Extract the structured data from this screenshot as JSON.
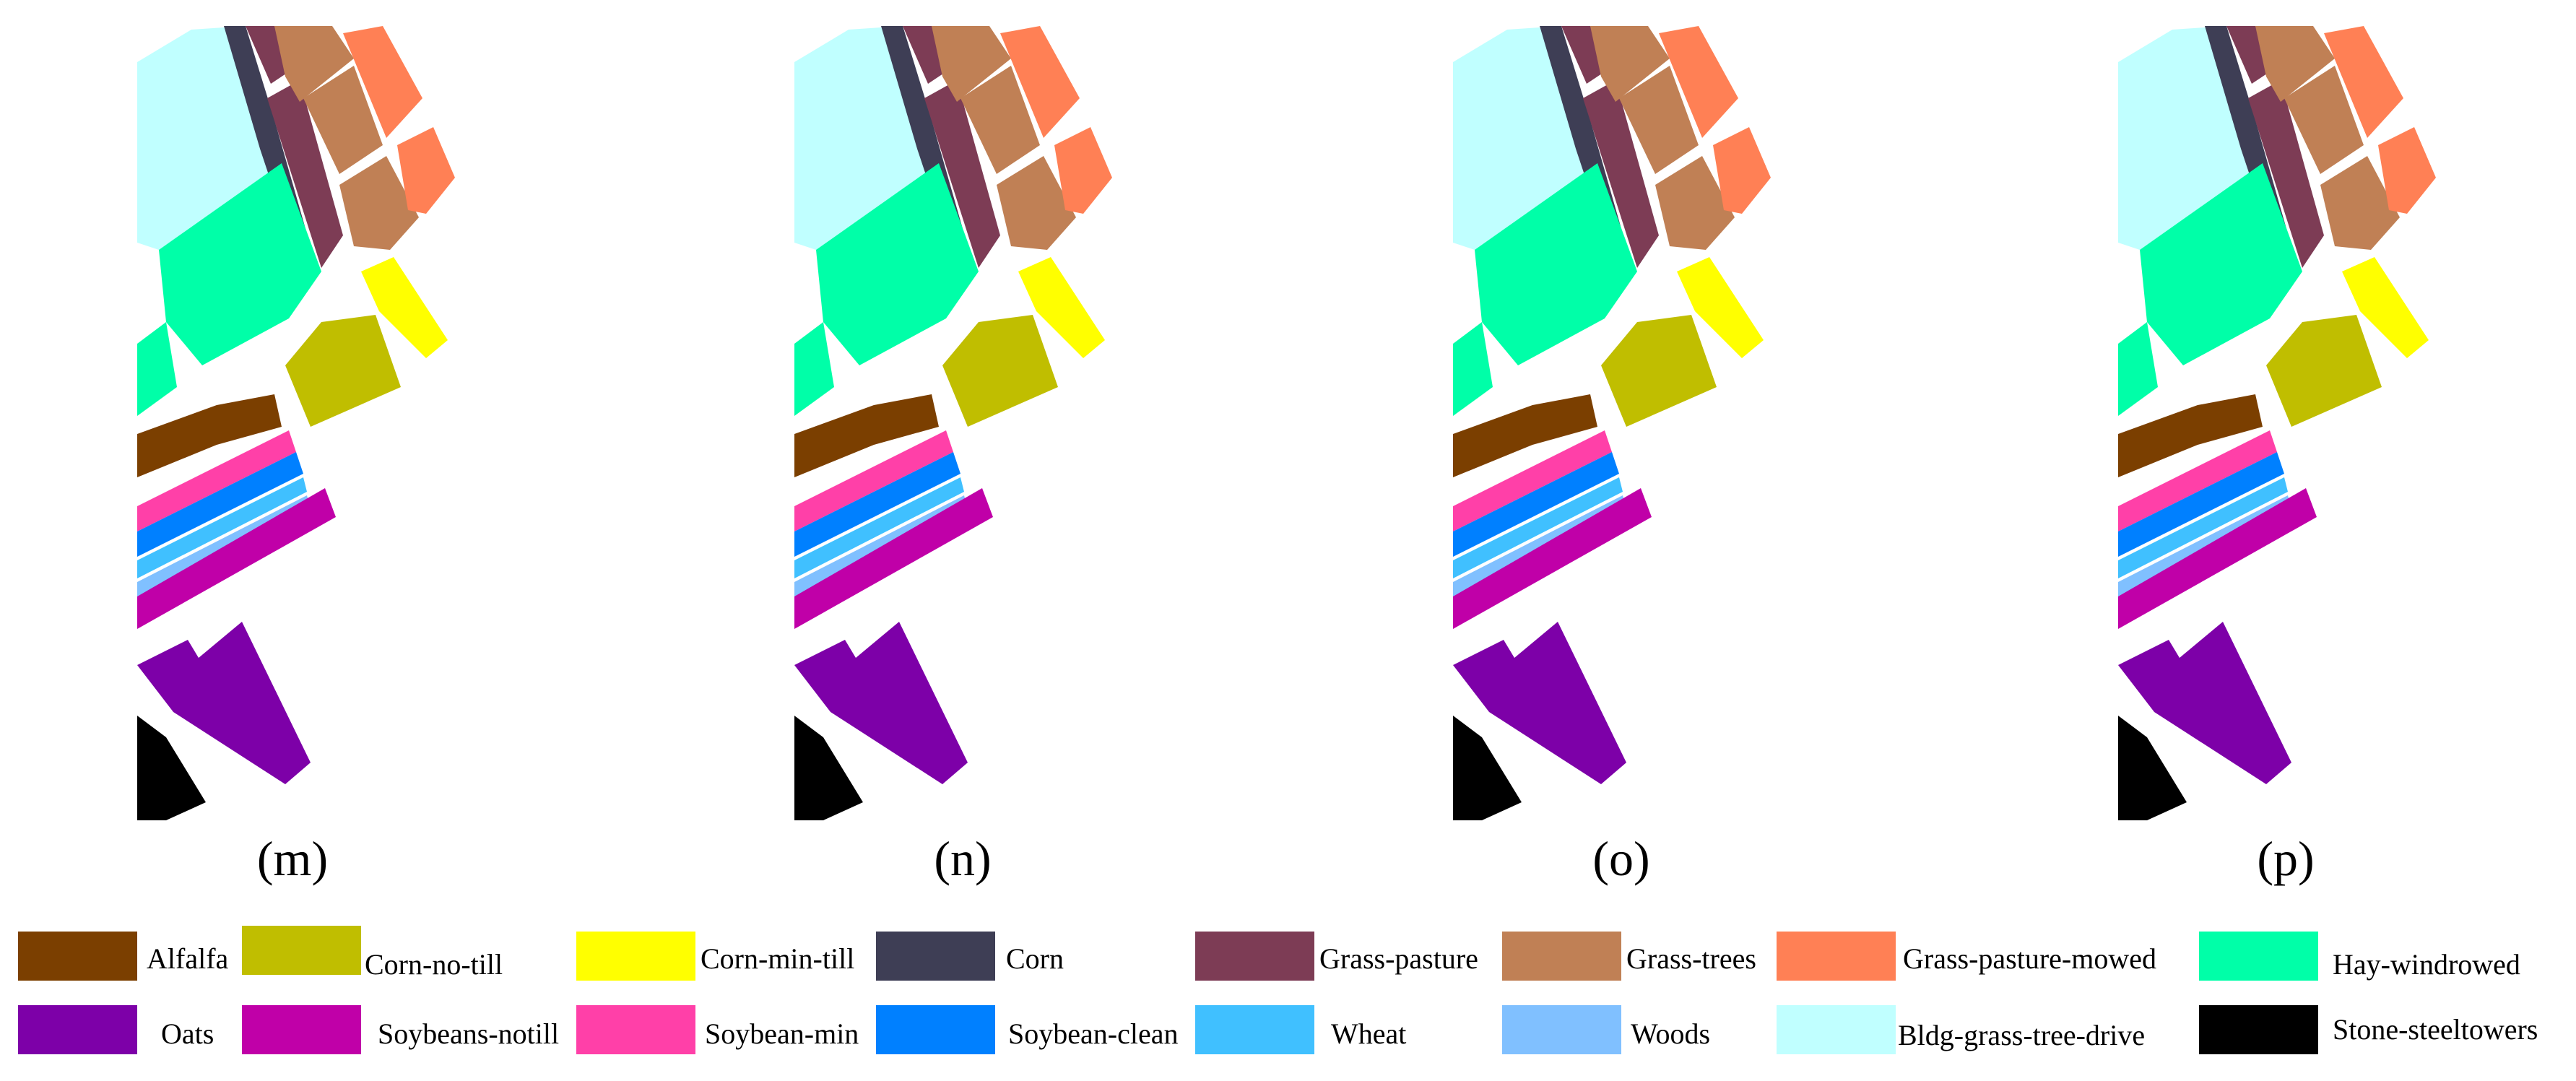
{
  "panels": [
    {
      "label": "(m)"
    },
    {
      "label": "(n)"
    },
    {
      "label": "(o)"
    },
    {
      "label": "(p)"
    }
  ],
  "legend": [
    {
      "name": "Alfalfa",
      "color": "#7b3f00"
    },
    {
      "name": "Corn-no-till",
      "color": "#c0be00"
    },
    {
      "name": "Corn-min-till",
      "color": "#ffff00"
    },
    {
      "name": "Corn",
      "color": "#3e3e55"
    },
    {
      "name": "Grass-pasture",
      "color": "#7d3c55"
    },
    {
      "name": "Grass-trees",
      "color": "#c08055"
    },
    {
      "name": "Grass-pasture-mowed",
      "color": "#ff8055"
    },
    {
      "name": "Hay-windrowed",
      "color": "#00ffa8"
    },
    {
      "name": "Oats",
      "color": "#7d00a8"
    },
    {
      "name": "Soybeans-notill",
      "color": "#c000a8"
    },
    {
      "name": "Soybean-min",
      "color": "#ff40a8"
    },
    {
      "name": "Soybean-clean",
      "color": "#0080ff"
    },
    {
      "name": "Wheat",
      "color": "#40c0ff"
    },
    {
      "name": "Woods",
      "color": "#80c0ff"
    },
    {
      "name": "Bldg-grass-tree-drive",
      "color": "#c0ffff"
    },
    {
      "name": "Stone-steeltowers",
      "color": "#000000"
    }
  ]
}
